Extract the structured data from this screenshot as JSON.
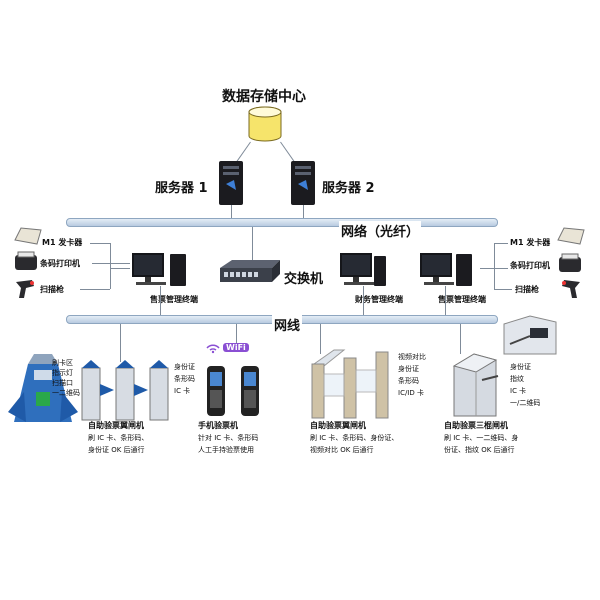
{
  "center": {
    "title": "数据存储中心"
  },
  "servers": [
    {
      "label": "服务器 1"
    },
    {
      "label": "服务器 2"
    }
  ],
  "network_fiber": {
    "label": "网络（光纤）"
  },
  "switch": {
    "label": "交换机"
  },
  "network": {
    "label": "网线"
  },
  "left_peripherals": [
    "M1 发卡器",
    "条码打印机",
    "扫描枪"
  ],
  "right_peripherals": [
    "M1 发卡器",
    "条码打印机",
    "扫描枪"
  ],
  "terminals": [
    {
      "label": "售票管理终端"
    },
    {
      "label": "财务管理终端"
    },
    {
      "label": "售票管理终端"
    }
  ],
  "wifi": {
    "label": "WiFi"
  },
  "flap_gate_callouts": [
    "身份证",
    "条形码",
    "IC 卡"
  ],
  "glass_gate_callouts": [
    "视频对比",
    "身份证",
    "条形码",
    "IC/ID 卡"
  ],
  "tripod_callouts": [
    "身份证",
    "指纹",
    "IC 卡",
    "一/二维码"
  ],
  "kiosk_labels": [
    "刷卡区",
    "指示灯",
    "扫描口",
    "一二维码"
  ],
  "captions": {
    "flap": {
      "title": "自助验票翼闸机",
      "lines": [
        "刷 IC 卡、条形码、",
        "身份证 OK 后通行"
      ]
    },
    "handheld": {
      "title": "手机验票机",
      "lines": [
        "针对 IC 卡、条形码",
        "人工手持验票使用"
      ]
    },
    "glass": {
      "title": "自助验票翼闸机",
      "lines": [
        "刷 IC 卡、条形码、身份证、",
        "视频对比 OK 后通行"
      ]
    },
    "tripod": {
      "title": "自助验票三棍闸机",
      "lines": [
        "刷 IC 卡、一二维码、身",
        "份证、指纹 OK 后通行"
      ]
    }
  },
  "colors": {
    "bus_fill": "#c9d8ea",
    "server_dark": "#1b1b1f",
    "gate_blue": "#1f5aa8",
    "wifi_purple": "#8a4fd3"
  }
}
